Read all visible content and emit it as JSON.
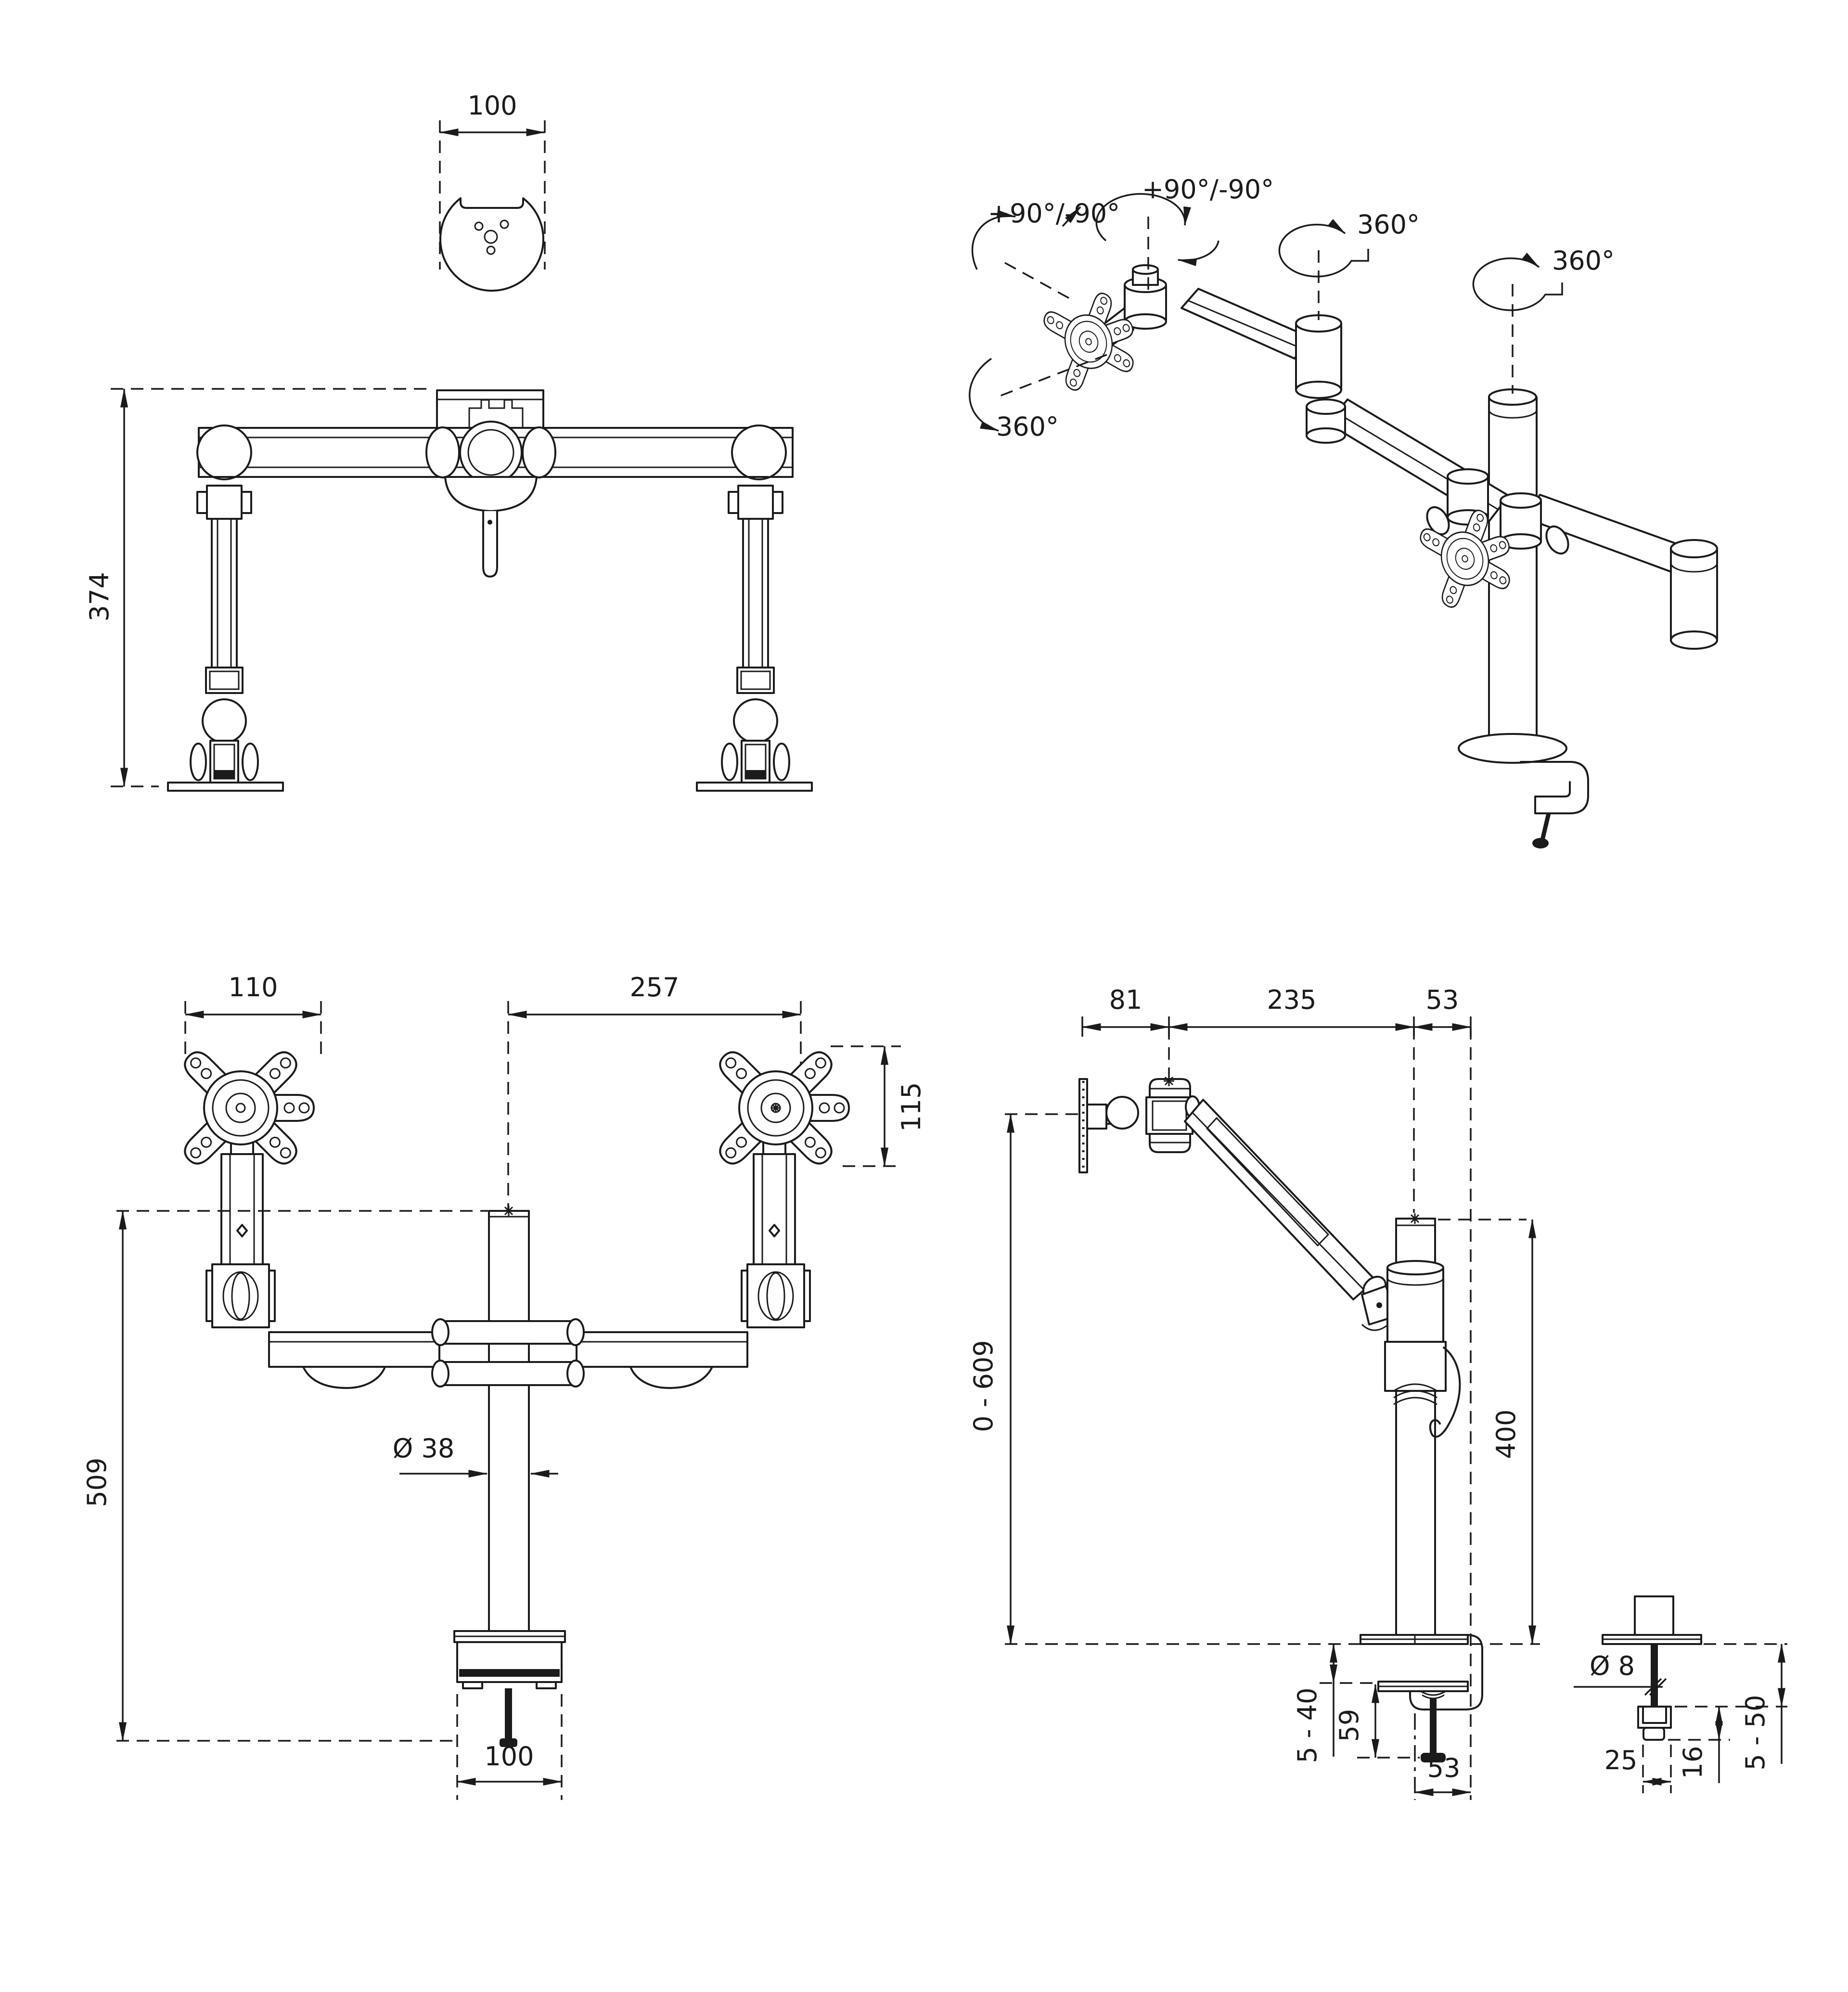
{
  "dims": {
    "top_detail": {
      "width": "100"
    },
    "front_folded": {
      "height": "374"
    },
    "isometric": {
      "pan": "+90°/-90°",
      "tilt": "+90°/-90°",
      "vesa_roll": "360°",
      "arm_rotation": "360°",
      "pole_rotation": "360°"
    },
    "front_extended": {
      "vesa_width": "110",
      "arm_offset": "257",
      "vesa_height": "115",
      "column_height": "509",
      "pole_diameter": "Ø 38",
      "clamp_width": "100"
    },
    "side": {
      "head_depth": "81",
      "arm_reach": "235",
      "pole_setback": "53",
      "height_range": "0 - 609",
      "pole_height": "400",
      "desk_thickness": "5 - 40",
      "clamp_height": "59",
      "clamp_depth": "53"
    },
    "grommet": {
      "bolt_diameter": "Ø 8",
      "foot_width": "25",
      "foot_height": "16",
      "desk_thickness": "5 - 50"
    }
  }
}
